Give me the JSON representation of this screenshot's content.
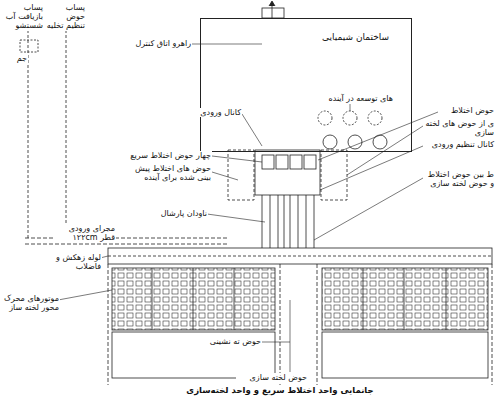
{
  "diagram": {
    "caption": "جانمایی واحد اختلاط سریع و واحد لخته‌سازی",
    "nodes": [
      {
        "text": [
          "ساختمان شیمیایی"
        ]
      }
    ],
    "labels": [
      "راهرو اتاق کنترل",
      "کانال ورودی",
      "چهار حوض اختلاط سریع",
      "حوض های اختلاط پیش بینی شده برای آینده",
      "ناودان پارشال",
      "پساب بازیافت آب شستشو",
      "پساب حوض تنظیم تخلیه",
      "جم",
      "مجرای ورودی قطر ۱۲۲cm",
      "لوله زهکش و فاضلاب",
      "موتورهای محرک محور لخته ساز",
      "حوض ته نشینی",
      "حوض لخته سازی",
      "های توسعه در آینده",
      "حوض اختلاط",
      "ی از حوض های لخته سازی",
      "کانال تنظیم ورودی",
      "ط بین حوض اختلاط و حوض لخته سازی"
    ]
  }
}
